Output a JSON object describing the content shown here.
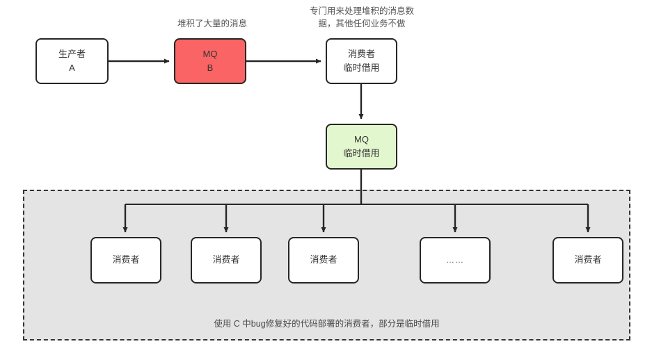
{
  "diagram": {
    "title_annotations": {
      "mq_b_note": "堆积了大量的消息",
      "consumer_temp_note": "专门用来处理堆积的消息数\n据，其他任何业务不做"
    },
    "nodes": {
      "producer_a": {
        "line1": "生产者",
        "line2": "A"
      },
      "mq_b": {
        "line1": "MQ",
        "line2": "B"
      },
      "consumer_temp": {
        "line1": "消费者",
        "line2": "临时借用"
      },
      "mq_temp": {
        "line1": "MQ",
        "line2": "临时借用"
      }
    },
    "group": {
      "caption": "使用 C 中bug修复好的代码部署的消费者，部分是临时借用",
      "consumers": [
        {
          "label": "消费者"
        },
        {
          "label": "消费者"
        },
        {
          "label": "消费者"
        },
        {
          "label": "……"
        },
        {
          "label": "消费者"
        }
      ]
    },
    "colors": {
      "mq_b_fill": "#fa6464",
      "mq_temp_fill": "#e3f7cf",
      "group_fill": "#e4e4e4",
      "stroke": "#262626",
      "text": "#333333",
      "annotation_text": "#555555"
    }
  }
}
